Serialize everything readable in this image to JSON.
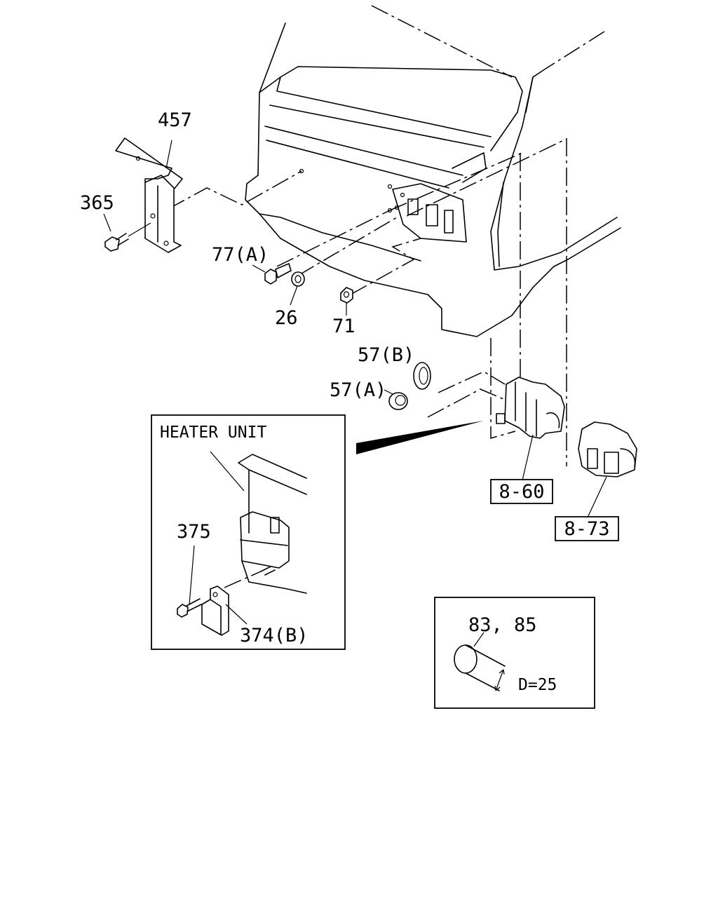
{
  "labels": {
    "part_457": "457",
    "part_365": "365",
    "part_77a": "77(A)",
    "part_26": "26",
    "part_71": "71",
    "part_57b": "57(B)",
    "part_57a": "57(A)",
    "ref_8_60": "8-60",
    "ref_8_73": "8-73",
    "part_375": "375",
    "part_374b": "374(B)",
    "part_83_85": "83, 85"
  },
  "inset_heater": {
    "title": "HEATER UNIT"
  },
  "inset_plug": {
    "dimension": "D=25"
  }
}
